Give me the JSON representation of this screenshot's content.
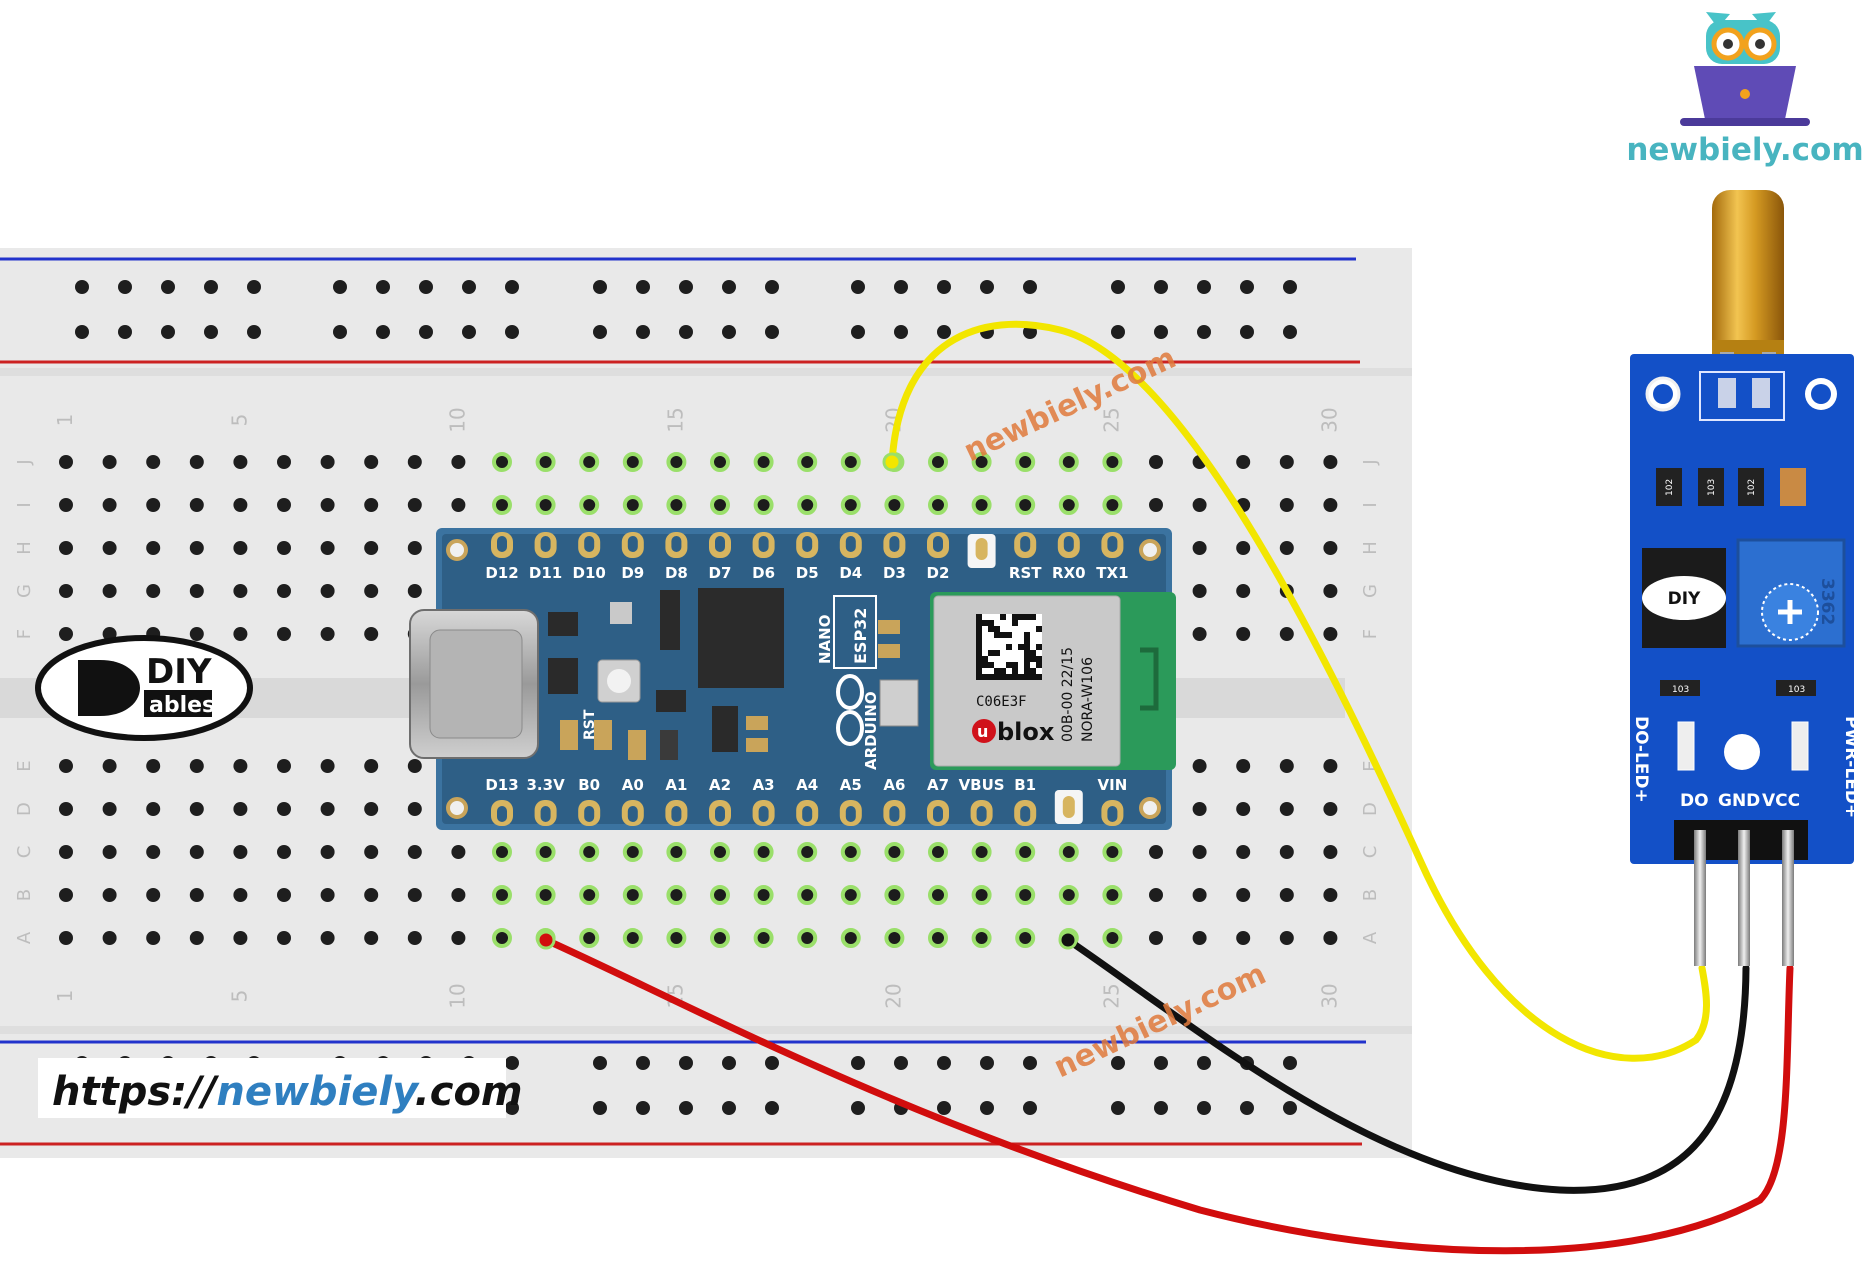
{
  "brand": {
    "site": "newbiely.com",
    "url_prefix": "https://",
    "url_name": "newbiely",
    "url_suffix": ".com",
    "watermark": "newbiely.com",
    "diy_top": "DIY",
    "diy_bottom": "ables",
    "colors": {
      "url_blue": "#2f7fc0",
      "watermark": "#e07a3c",
      "owl_teal": "#48c3c8"
    }
  },
  "breadboard": {
    "row_letters_top": [
      "J",
      "I",
      "H",
      "G",
      "F"
    ],
    "row_letters_bottom": [
      "E",
      "D",
      "C",
      "B",
      "A"
    ],
    "column_numbers": [
      "1",
      "5",
      "10",
      "15",
      "20",
      "25",
      "30"
    ]
  },
  "board": {
    "top_pins": [
      "D12",
      "D11",
      "D10",
      "D9",
      "D8",
      "D7",
      "D6",
      "D5",
      "D4",
      "D3",
      "D2",
      "",
      "RST",
      "RX0",
      "TX1"
    ],
    "bottom_pins": [
      "D13",
      "3.3V",
      "B0",
      "A0",
      "A1",
      "A2",
      "A3",
      "A4",
      "A5",
      "A6",
      "A7",
      "VBUS",
      "B1",
      "",
      "VIN"
    ],
    "rst_label": "RST",
    "brand_label": "ARDUINO",
    "nano_label": "NANO",
    "esp_label": "ESP32",
    "module_code": "C06E3F",
    "module_maker": "blox",
    "module_maker_u": "u",
    "module_line1": "00B-00 22/15",
    "module_line2": "NORA-W106",
    "colors": {
      "pcb": "#2e5f86",
      "pcb_edge": "#3b73a0"
    }
  },
  "sensor": {
    "pin_labels": [
      "DO",
      "GND",
      "VCC"
    ],
    "do_led": "DO-LED+",
    "pwr_led": "PWR-LED+",
    "pot_code": "3362",
    "resistor_code": "103",
    "resistor_code_2": "102",
    "colors": {
      "pcb": "#1350c7",
      "housing": "#d9a32a"
    }
  },
  "wires": [
    {
      "name": "signal",
      "from": "D3",
      "to": "DO",
      "color": "#f2e600"
    },
    {
      "name": "ground",
      "from": "A",
      "to": "GND",
      "color": "#111111"
    },
    {
      "name": "power",
      "from": "3.3V",
      "to": "VCC",
      "color": "#d10d0d"
    }
  ]
}
